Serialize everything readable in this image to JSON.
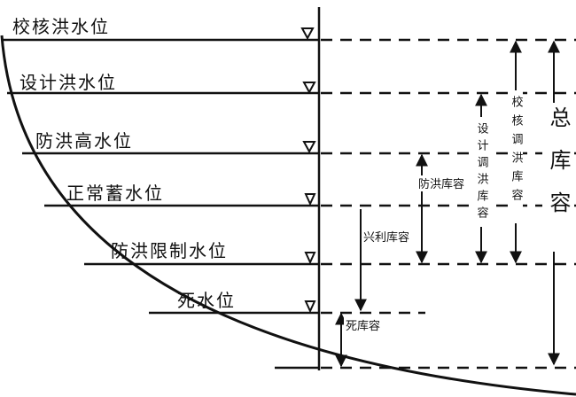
{
  "levels": [
    "校核洪水位",
    "设计洪水位",
    "防洪高水位",
    "正常蓄水位",
    "防洪限制水位",
    "死水位"
  ],
  "capacities": {
    "flood_control": "防洪库容",
    "beneficial": "兴利库容",
    "dead": "死库容",
    "design_flood_regulation": "设计调洪库容",
    "check_flood_regulation": "校核调洪库容",
    "total": "总库容"
  }
}
